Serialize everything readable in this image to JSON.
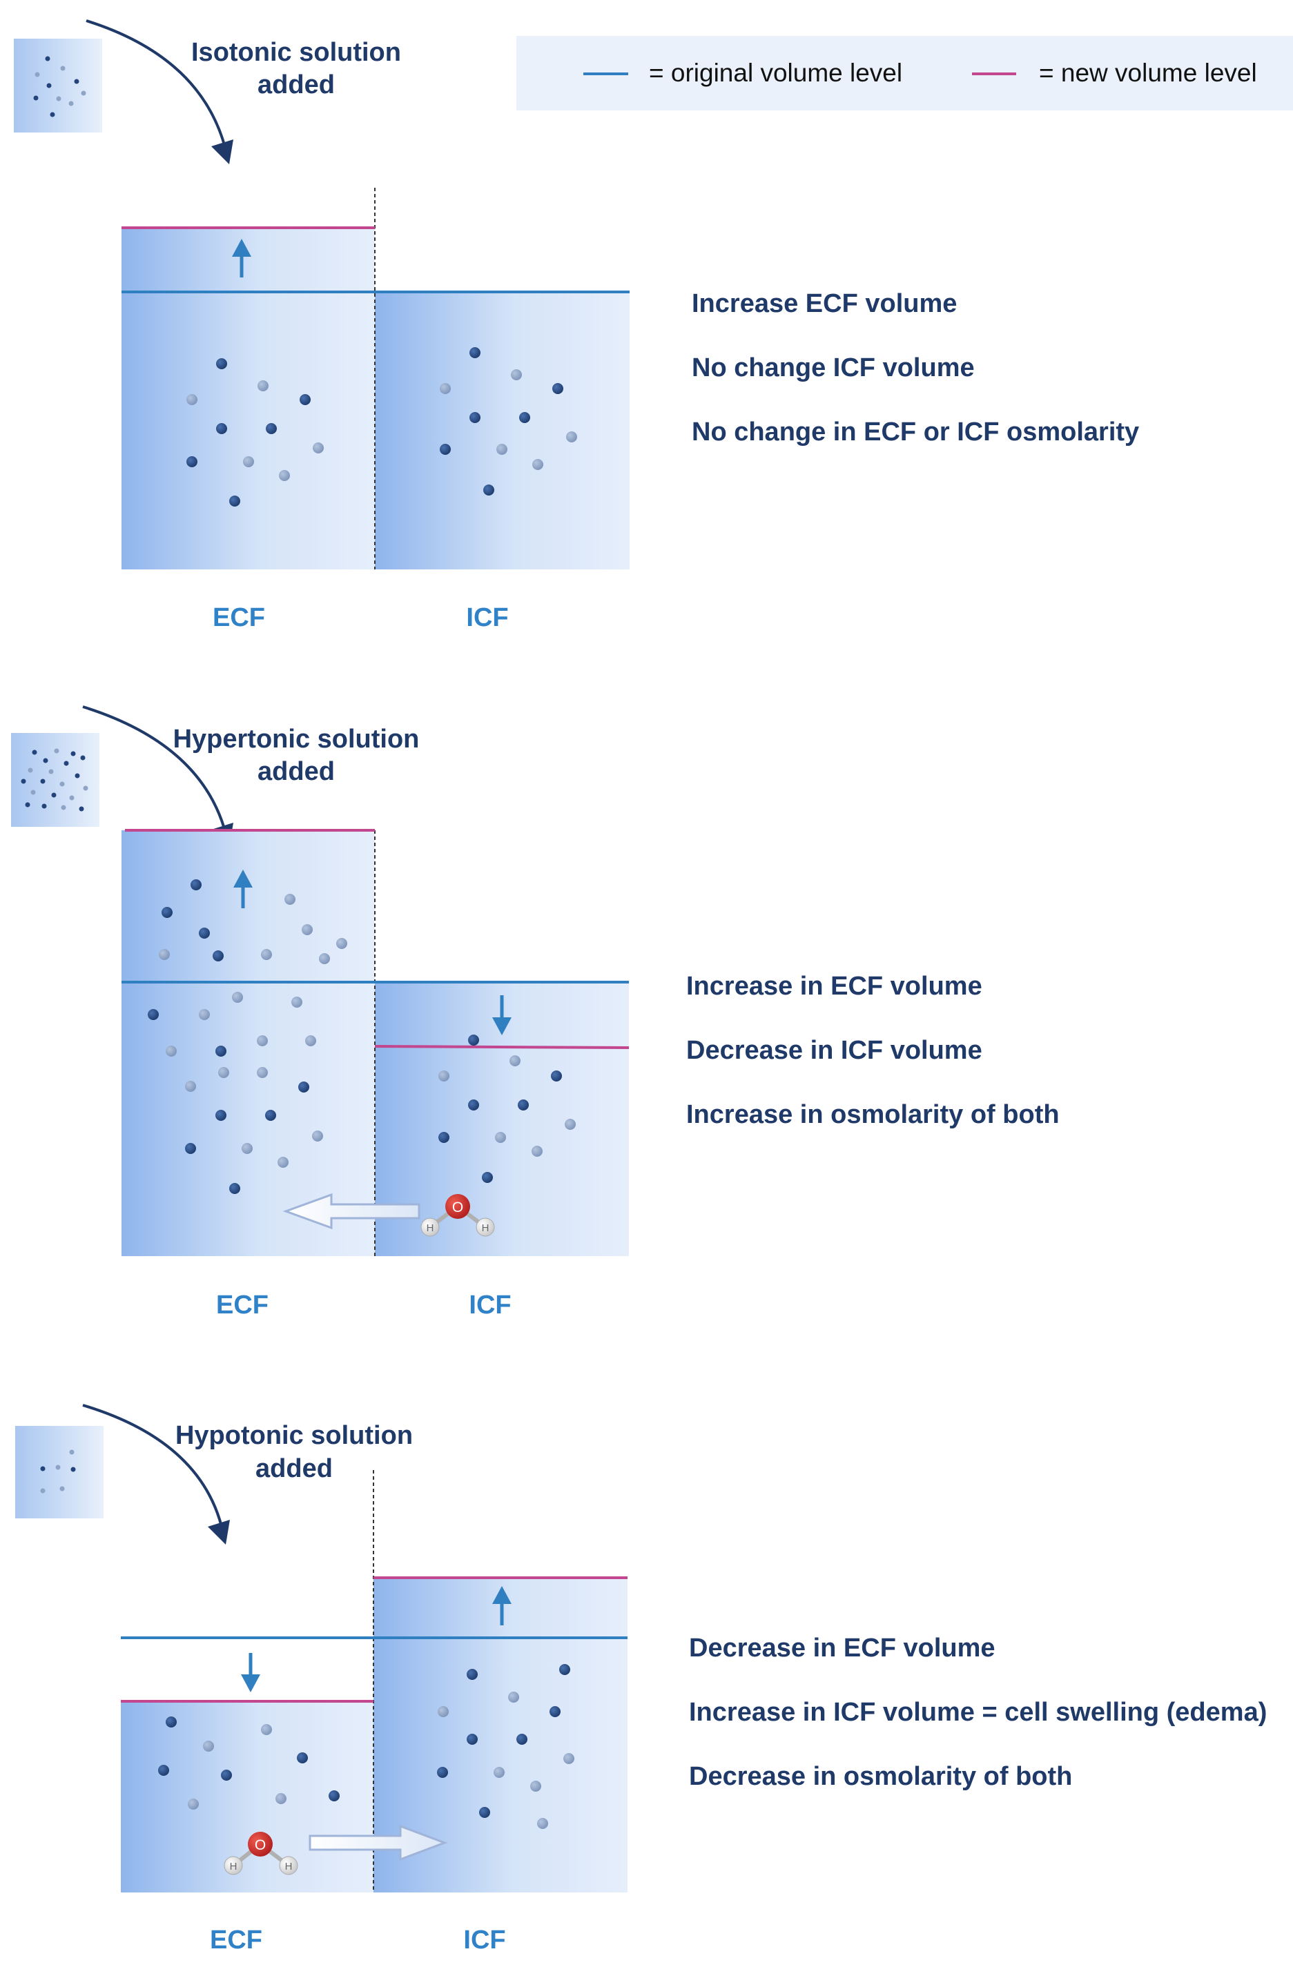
{
  "legend": {
    "original_label": "= original volume level",
    "new_label": "= new volume level"
  },
  "colors": {
    "title": "#1f3a68",
    "label": "#2f82c8",
    "original_line": "#2f7fc1",
    "new_line": "#c2478f",
    "arrow": "#2f7fc1",
    "particle_dark": "#22447a",
    "particle_light": "#8ea4c6",
    "water_oxygen": "#c62828",
    "water_hydrogen": "#e6e6e6"
  },
  "panels": [
    {
      "title_line1": "Isotonic solution",
      "title_line2": "added",
      "compartment_left": "ECF",
      "compartment_right": "ICF",
      "effects": [
        "Increase ECF volume",
        "No change ICF volume",
        "No change in ECF or ICF osmolarity"
      ],
      "water_flow": "none"
    },
    {
      "title_line1": "Hypertonic solution",
      "title_line2": "added",
      "compartment_left": "ECF",
      "compartment_right": "ICF",
      "effects": [
        "Increase in ECF volume",
        "Decrease in ICF volume",
        "Increase in osmolarity of both"
      ],
      "water_flow": "ICF to ECF"
    },
    {
      "title_line1": "Hypotonic solution",
      "title_line2": "added",
      "compartment_left": "ECF",
      "compartment_right": "ICF",
      "effects": [
        "Decrease in ECF volume",
        "Increase in ICF volume = cell swelling (edema)",
        "Decrease in osmolarity of both"
      ],
      "water_flow": "ECF to ICF"
    }
  ],
  "water_symbol": {
    "oxygen": "O",
    "hydrogen": "H"
  }
}
